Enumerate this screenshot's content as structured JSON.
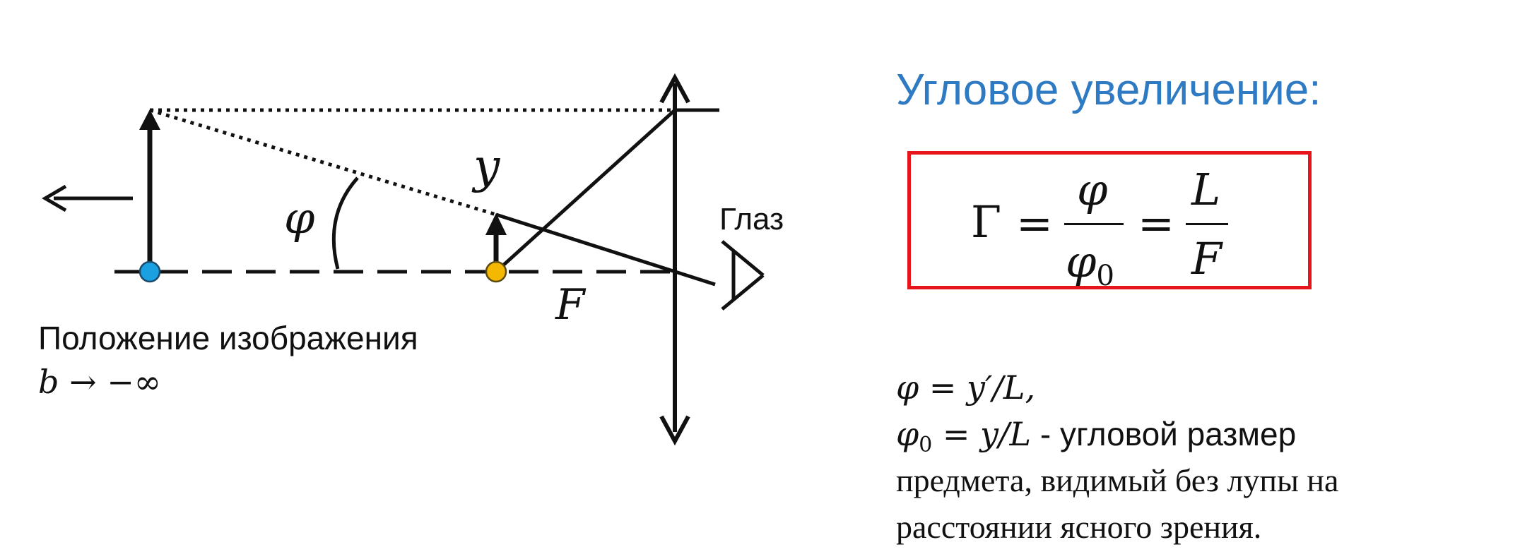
{
  "title": "Угловое увеличение:",
  "formula": {
    "gamma": "Γ",
    "eq1": "=",
    "phi_num": "φ",
    "phi0_den": "φ",
    "phi0_sub": "0",
    "eq2": "=",
    "L_num": "L",
    "F_den": "F"
  },
  "diagram_labels": {
    "phi": "φ",
    "y": "y",
    "F": "F",
    "eye": "Глаз"
  },
  "caption": {
    "text": "Положение изображения",
    "math_b": "b",
    "math_rest": " → −∞"
  },
  "description": {
    "line1_math": "φ = y′/L,",
    "line2_math_phi": "φ",
    "line2_math_sub": "0",
    "line2_math_rest": " = y/L",
    "line2_text": " - угловой размер",
    "line3": "предмета, видимый без лупы на",
    "line4": "расстоянии ясного зрения."
  },
  "colors": {
    "title": "#2E7BC4",
    "box_border": "#E8141C",
    "image_dot": "#1BA1E2",
    "focus_dot": "#F5B800",
    "ink": "#111111"
  },
  "icons": {
    "eye": "eye-icon",
    "lens": "lens-icon"
  }
}
